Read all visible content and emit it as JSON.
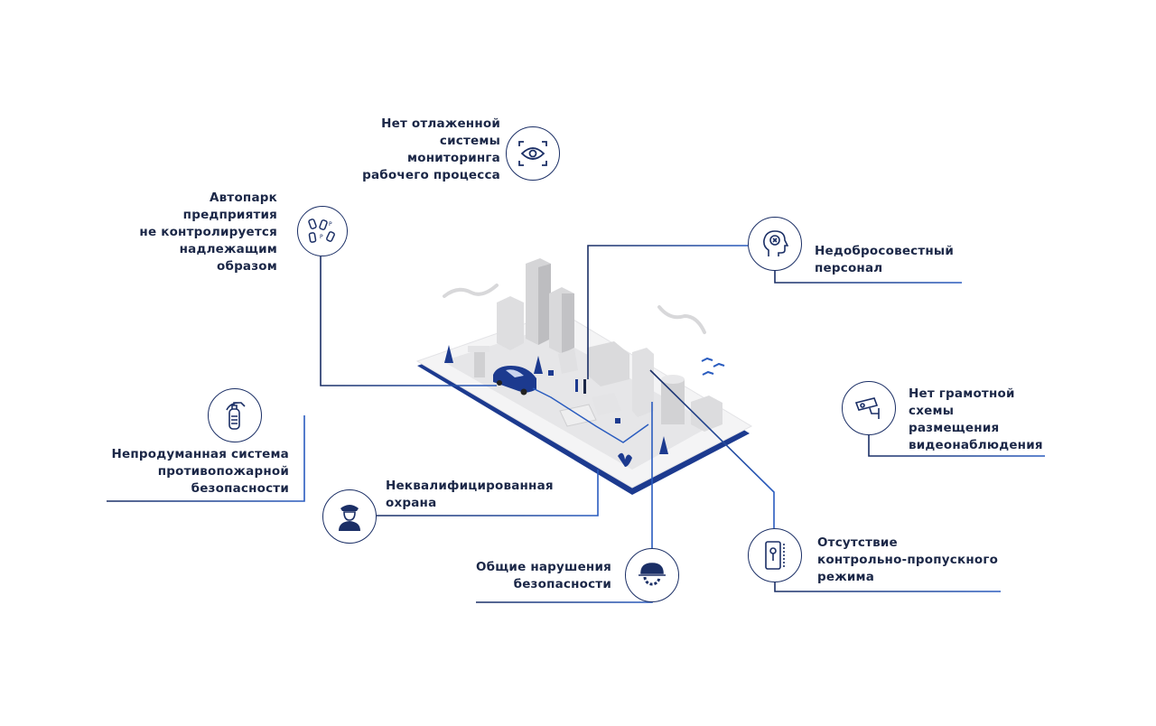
{
  "colors": {
    "text": "#1b2747",
    "line_dark": "#1b2f66",
    "accent": "#1f4fa8",
    "platform": "#1c3a8f"
  },
  "callouts": [
    {
      "id": "monitoring",
      "icon": "eye-icon",
      "lines": [
        "Нет отлаженной",
        "системы",
        "мониторинга",
        "рабочего процесса"
      ]
    },
    {
      "id": "fleet",
      "icon": "parking-cars-icon",
      "lines": [
        "Автопарк",
        "предприятия",
        "не контролируется",
        "надлежащим",
        "образом"
      ]
    },
    {
      "id": "staff",
      "icon": "head-x-icon",
      "lines": [
        "Недобросовестный",
        "персонал"
      ]
    },
    {
      "id": "cctv",
      "icon": "cctv-camera-icon",
      "lines": [
        "Нет грамотной",
        "схемы",
        "размещения",
        "видеонаблюдения"
      ]
    },
    {
      "id": "fire",
      "icon": "fire-extinguisher-icon",
      "lines": [
        "Непродуманная система",
        "противопожарной",
        "безопасности"
      ]
    },
    {
      "id": "guard",
      "icon": "security-guard-icon",
      "lines": [
        "Неквалифицированная",
        "охрана"
      ]
    },
    {
      "id": "safety",
      "icon": "hard-hat-gear-icon",
      "lines": [
        "Общие нарушения",
        "безопасности"
      ]
    },
    {
      "id": "access",
      "icon": "access-card-reader-icon",
      "lines": [
        "Отсутствие",
        "контрольно-пропускного",
        "режима"
      ]
    }
  ]
}
